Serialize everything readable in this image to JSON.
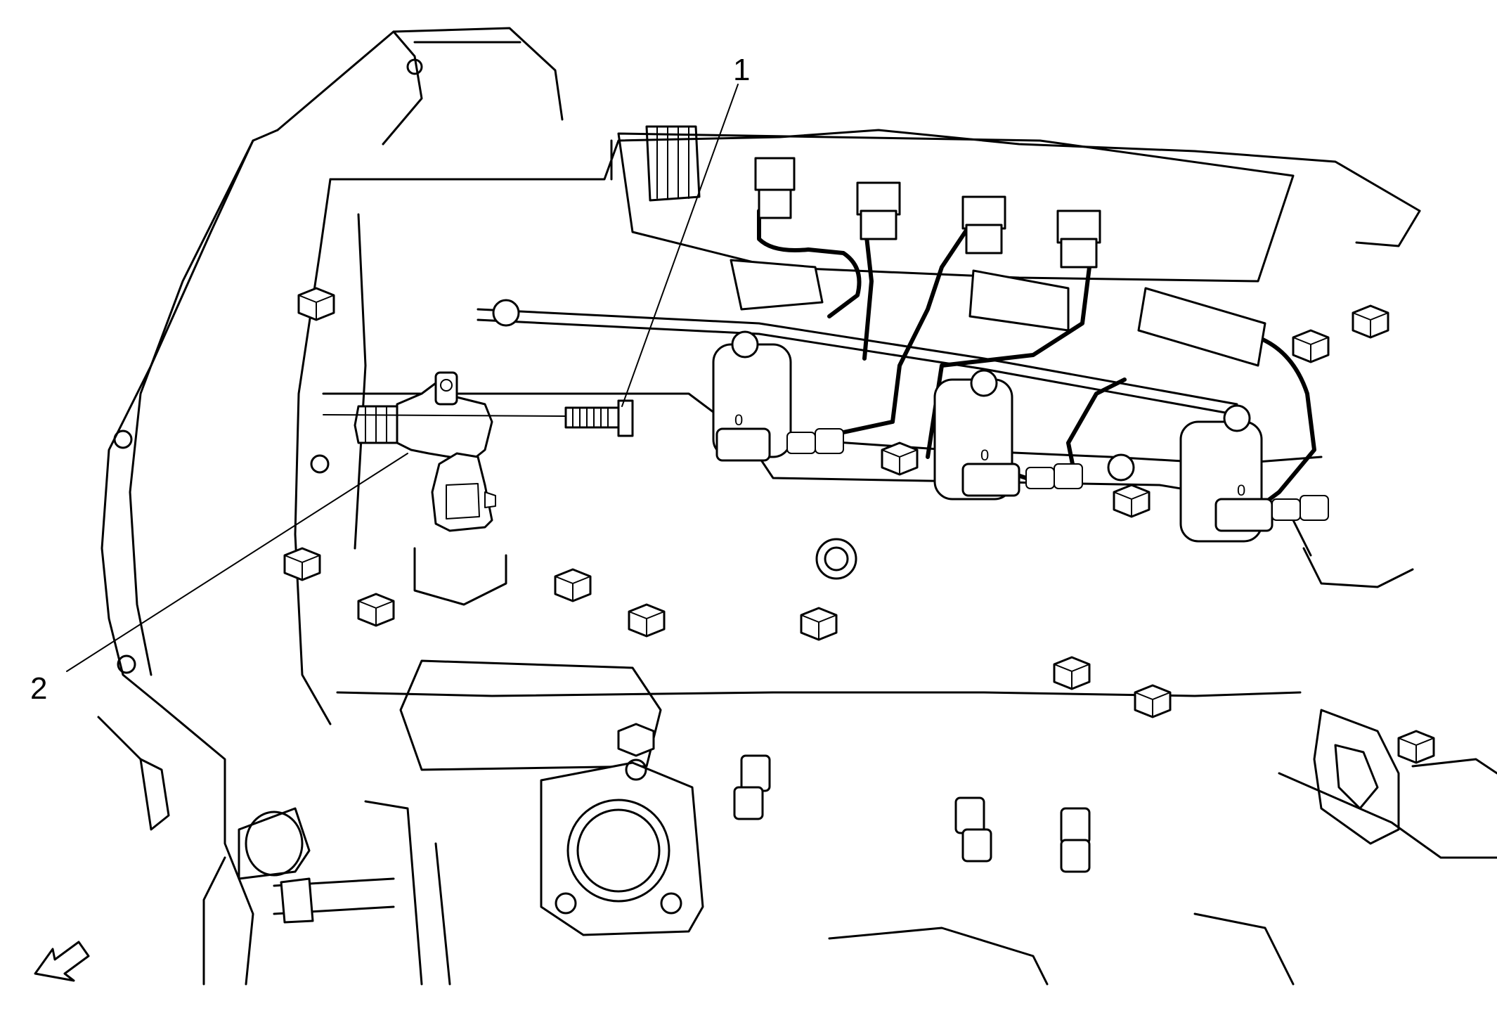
{
  "callouts": [
    {
      "id": "1",
      "label": "1"
    },
    {
      "id": "2",
      "label": "2"
    }
  ],
  "icons": {
    "view_arrow": "front-direction-arrow-icon"
  },
  "colors": {
    "line": "#000000",
    "background": "#ffffff"
  }
}
